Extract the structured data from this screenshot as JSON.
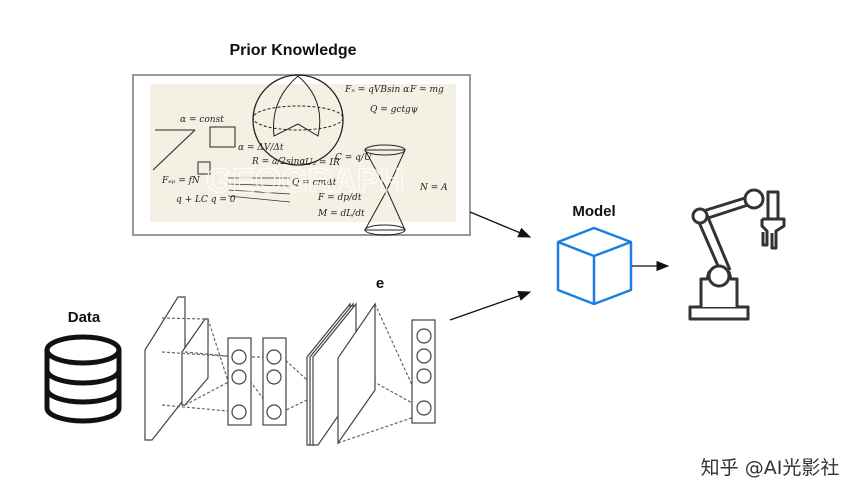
{
  "labels": {
    "prior_knowledge": "Prior Knowledge",
    "data": "Data",
    "model": "Model",
    "cnn_fragment": "e"
  },
  "equations": [
    "Fₙ = qVBsin α",
    "F = mg",
    "Q = gctgψ",
    "α = const",
    "α = ΔV/Δt",
    "R = a/2sinα",
    "U₂ = IR",
    "C = q/U",
    "Q = cmΔt",
    "F = dp/dt",
    "M = dL/dt",
    "Fₑₚ = fN",
    "q + LC q = 0",
    "N = A"
  ],
  "image_watermark": "GEOGRAPH",
  "footer_watermark": "知乎 @AI光影社",
  "colors": {
    "model_cube": "#1a7fe0",
    "icon_stroke": "#333333",
    "paper": "#f4f1e4"
  }
}
